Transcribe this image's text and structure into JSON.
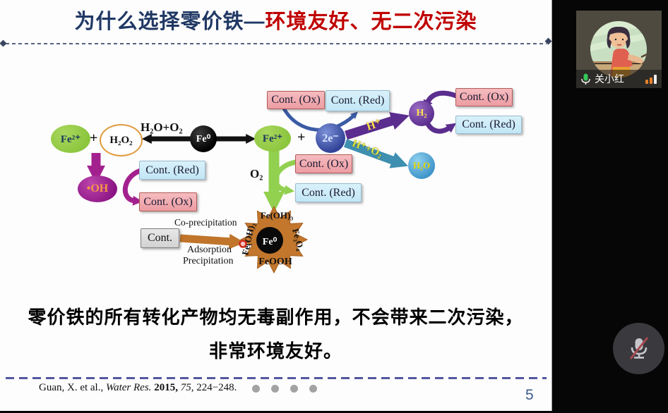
{
  "meeting": {
    "participant_name": "关小红",
    "mic_on_icon": "microphone-active",
    "signal_icon": "signal-strength",
    "mute_button_icon": "microphone-muted"
  },
  "title": {
    "blue_part": "为什么选择零价铁—",
    "red_part": "环境友好、无二次污染"
  },
  "diagram": {
    "nodes": {
      "fe2": "Fe²⁺",
      "h2o2": "H₂O₂",
      "fe0": "Fe⁰",
      "electrons": "2e⁻",
      "h2": "H₂",
      "h2o": "H₂O",
      "oh_radical": "•OH",
      "plus": "+"
    },
    "labels": {
      "h2o_o2": "H₂O+O₂",
      "o2": "O₂",
      "h_plus": "H⁺",
      "h_plus_o2": "H⁺+O₂",
      "co_precipitation": "Co-precipitation",
      "adsorption": "Adsorption",
      "precipitation": "Precipitation"
    },
    "boxes": {
      "cont_ox": "Cont. (Ox)",
      "cont_red": "Cont. (Red)",
      "cont": "Cont."
    },
    "starburst": {
      "top": "Fe(OH)₃",
      "left": "Fe(OH)₂",
      "right": "Fe₃O₄",
      "bottom": "FeOOH",
      "center": "Fe⁰"
    }
  },
  "conclusion": {
    "line1": "零价铁的所有转化产物均无毒副作用，不会带来二次污染，",
    "line2": "非常环境友好。"
  },
  "citation": {
    "authors": "Guan, X. et al., ",
    "journal": "Water Res. ",
    "year": "2015, ",
    "volume": "75",
    "pages": ", 224−248."
  },
  "page_number": "5",
  "colors": {
    "title_blue": "#203864",
    "title_red": "#c00000",
    "green_node": "#8cc63e",
    "magenta": "#a3218e",
    "purple": "#5b2d8e",
    "teal": "#3e8fb0",
    "orange_star": "#c2772d",
    "pink_box": "#f2a8ad",
    "blue_box": "#c6e9f8",
    "mic_green": "#35c759",
    "signal_orange": "#e8822b"
  }
}
